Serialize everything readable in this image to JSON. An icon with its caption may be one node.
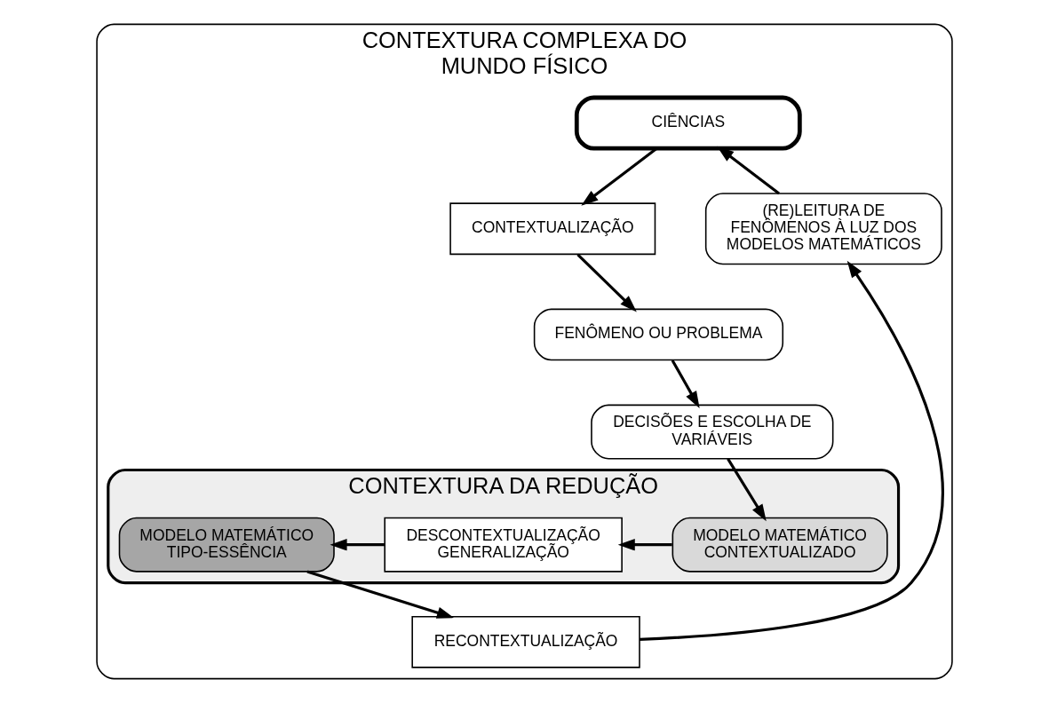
{
  "diagram": {
    "nodes": [
      {
        "text": [
          "CONTEXTURA COMPLEXA DO MUNDO FÍSICO"
        ]
      },
      {
        "text": [
          "CIÊNCIAS"
        ],
        "in": 0
      },
      {
        "text": [
          "CONTEXTUALIZAÇÃO"
        ],
        "in": 0
      },
      {
        "text": [
          "FENÔMENO OU PROBLEMA"
        ],
        "in": 0
      },
      {
        "text": [
          "DECISÕES E ESCOLHA DE VARIÁVEIS"
        ],
        "in": 0
      },
      {
        "text": [
          "CONTEXTURA DA REDUÇÃO"
        ],
        "in": 0
      },
      {
        "text": [
          "MODELO MATEMÁTICO CONTEXTUALIZADO"
        ],
        "in": 5
      },
      {
        "text": [
          "DESCONTEXTUALIZAÇÃO",
          "GENERALIZAÇÃO"
        ],
        "in": 5
      },
      {
        "text": [
          "MODELO MATEMÁTICO TIPO-ESSÊNCIA"
        ],
        "in": 5
      },
      {
        "text": [
          "RECONTEXTUALIZAÇÃO"
        ],
        "in": 0
      },
      {
        "text": [
          "(RE)LEITURA DE FENÔMENOS À LUZ DOS MODELOS MATEMÁTICOS"
        ],
        "in": 0
      }
    ],
    "edges": [
      {
        "from": 1,
        "to": 2,
        "arrow": "to"
      },
      {
        "from": 2,
        "to": 3,
        "arrow": "to"
      },
      {
        "from": 3,
        "to": 4,
        "arrow": "to"
      },
      {
        "from": 4,
        "to": 6,
        "arrow": "to"
      },
      {
        "from": 6,
        "to": 7,
        "arrow": "to"
      },
      {
        "from": 7,
        "to": 8,
        "arrow": "to"
      },
      {
        "from": 8,
        "to": 9,
        "arrow": "to"
      },
      {
        "from": 9,
        "to": 10,
        "arrow": "to"
      },
      {
        "from": 10,
        "to": 1,
        "arrow": "to"
      }
    ]
  }
}
